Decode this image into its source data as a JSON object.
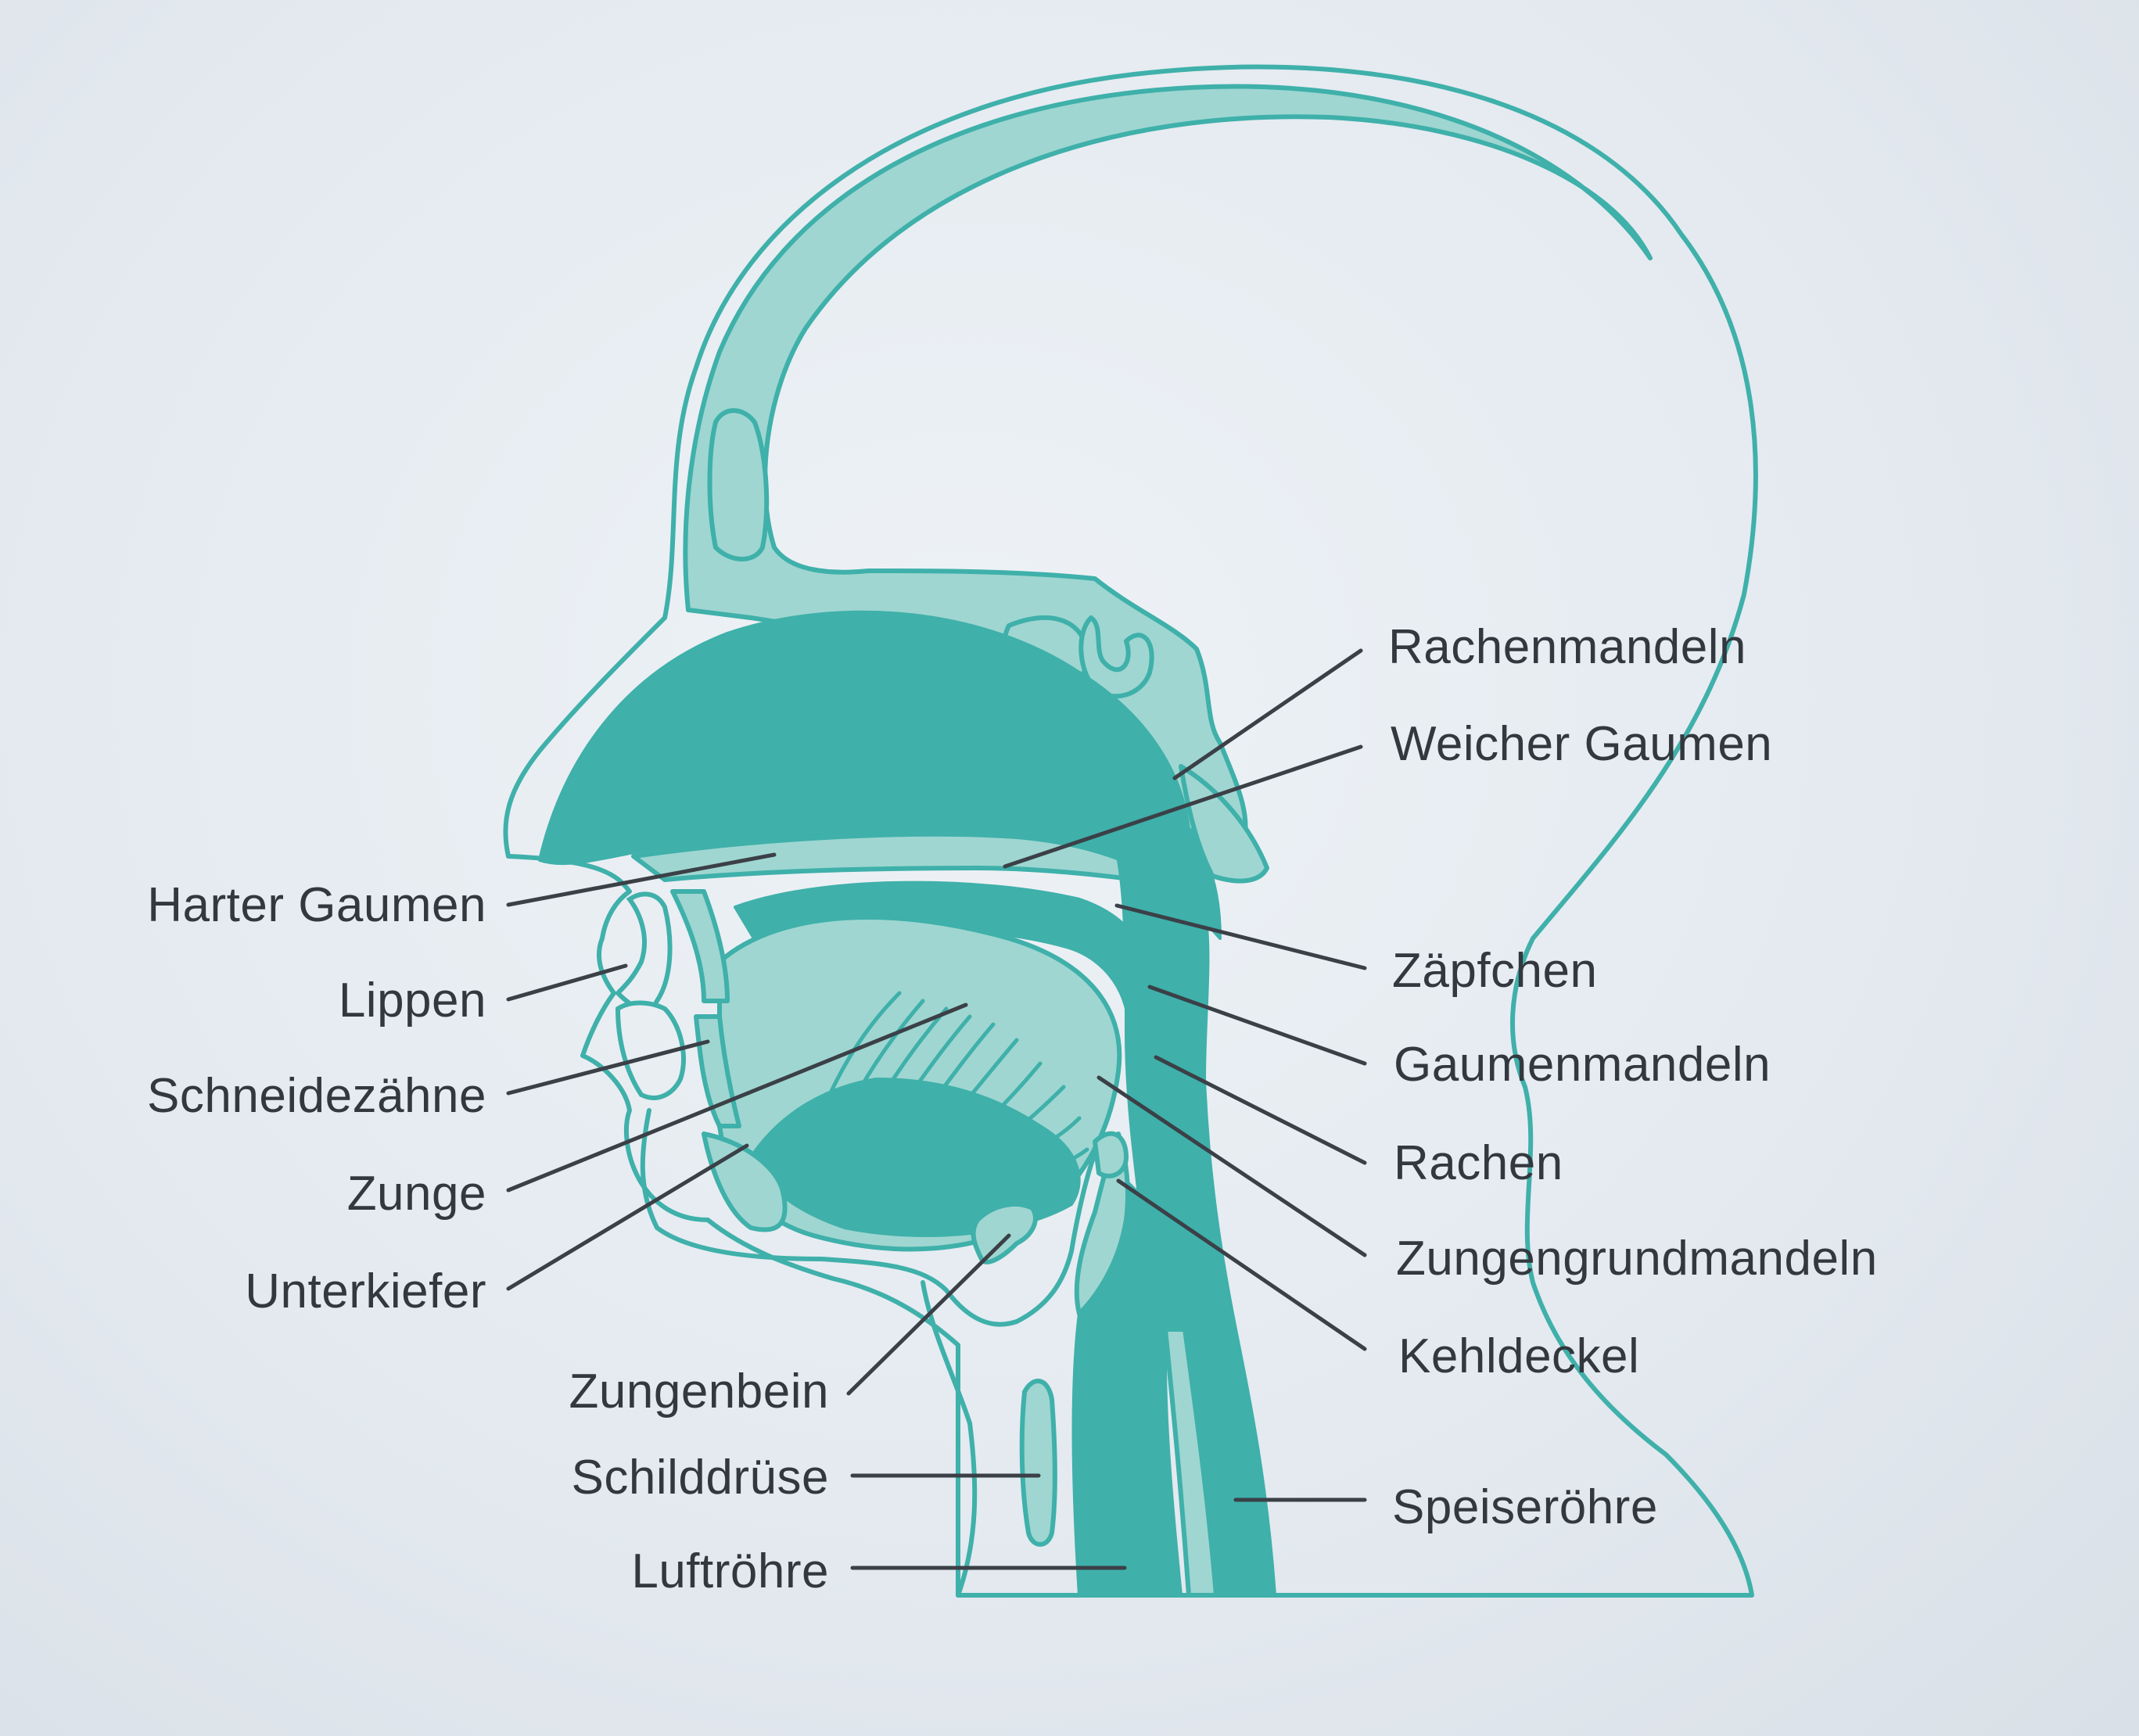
{
  "labels": {
    "harter_gaumen": "Harter Gaumen",
    "lippen": "Lippen",
    "schneidezaehne": "Schneidezähne",
    "zunge": "Zunge",
    "unterkiefer": "Unterkiefer",
    "zungenbein": "Zungenbein",
    "schilddruese": "Schilddrüse",
    "luftroehre": "Luftröhre",
    "rachenmandeln": "Rachenmandeln",
    "weicher_gaumen": "Weicher Gaumen",
    "zaepfchen": "Zäpfchen",
    "gaumenmandeln": "Gaumenmandeln",
    "rachen": "Rachen",
    "zungengrundmandeln": "Zungengrundmandeln",
    "kehldeckel": "Kehldeckel",
    "speiseroehre": "Speiseröhre"
  },
  "colors": {
    "accent": "#3fb0aa",
    "accent_light": "#9fd6d1",
    "text": "#33383f",
    "background": "#e3e9ef"
  }
}
